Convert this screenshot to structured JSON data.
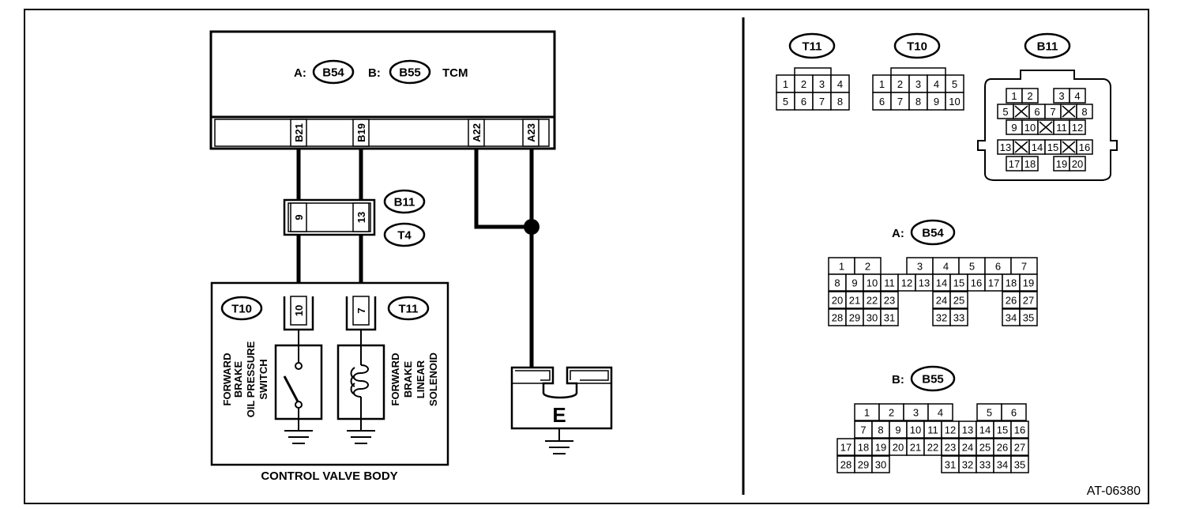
{
  "tcm": {
    "prefix_a": "A:",
    "connector_a": "B54",
    "prefix_b": "B:",
    "connector_b": "B55",
    "name": "TCM",
    "terminals": [
      "B21",
      "B19",
      "A22",
      "A23"
    ]
  },
  "harness_connector": {
    "pin_left": "9",
    "pin_right": "13",
    "label_top": "B11",
    "label_bottom": "T4"
  },
  "control_valve_body": {
    "title": "CONTROL VALVE BODY",
    "conn_left": "T10",
    "conn_right": "T11",
    "pin_left": "10",
    "pin_right": "7",
    "switch_label": [
      "FORWARD",
      "BRAKE",
      "OIL PRESSURE",
      "SWITCH"
    ],
    "solenoid_label": [
      "FORWARD",
      "BRAKE",
      "LINEAR",
      "SOLENOID"
    ]
  },
  "ground": {
    "label": "E"
  },
  "connectors": {
    "t11": {
      "name": "T11",
      "rows": [
        [
          "1",
          "2",
          "3",
          "4"
        ],
        [
          "5",
          "6",
          "7",
          "8"
        ]
      ]
    },
    "t10": {
      "name": "T10",
      "rows": [
        [
          "1",
          "2",
          "3",
          "4",
          "5"
        ],
        [
          "6",
          "7",
          "8",
          "9",
          "10"
        ]
      ]
    },
    "b11": {
      "name": "B11",
      "rows": [
        [
          "1",
          "2",
          "",
          "3",
          "4"
        ],
        [
          "5",
          "X",
          "6",
          "7",
          "X",
          "8"
        ],
        [
          "9",
          "10",
          "X",
          "11",
          "12"
        ],
        [
          "13",
          "X",
          "14",
          "15",
          "X",
          "16"
        ],
        [
          "17",
          "18",
          "",
          "19",
          "20"
        ]
      ]
    },
    "b54": {
      "prefix": "A:",
      "name": "B54",
      "rows": [
        [
          "1",
          "2",
          "3",
          "4",
          "5",
          "6",
          "7"
        ],
        [
          "8",
          "9",
          "10",
          "11",
          "12",
          "13",
          "14",
          "15",
          "16",
          "17",
          "18",
          "19"
        ],
        [
          "20",
          "21",
          "22",
          "23",
          "24",
          "25",
          "26",
          "27"
        ],
        [
          "28",
          "29",
          "30",
          "31",
          "32",
          "33",
          "34",
          "35"
        ]
      ]
    },
    "b55": {
      "prefix": "B:",
      "name": "B55",
      "rows": [
        [
          "1",
          "2",
          "3",
          "4",
          "5",
          "6"
        ],
        [
          "7",
          "8",
          "9",
          "10",
          "11",
          "12",
          "13",
          "14",
          "15",
          "16"
        ],
        [
          "17",
          "18",
          "19",
          "20",
          "21",
          "22",
          "23",
          "24",
          "25",
          "26",
          "27"
        ],
        [
          "28",
          "29",
          "30",
          "31",
          "32",
          "33",
          "34",
          "35"
        ]
      ]
    }
  },
  "figure_id": "AT-06380"
}
